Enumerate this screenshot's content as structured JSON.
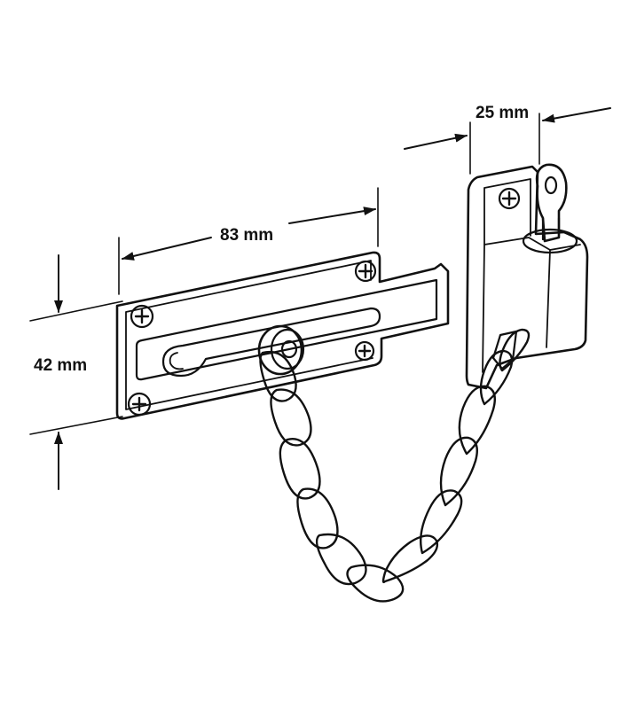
{
  "dimensions": {
    "length": "83 mm",
    "height": "42 mm",
    "width": "25 mm"
  },
  "colors": {
    "line": "#111111",
    "background": "#ffffff"
  }
}
